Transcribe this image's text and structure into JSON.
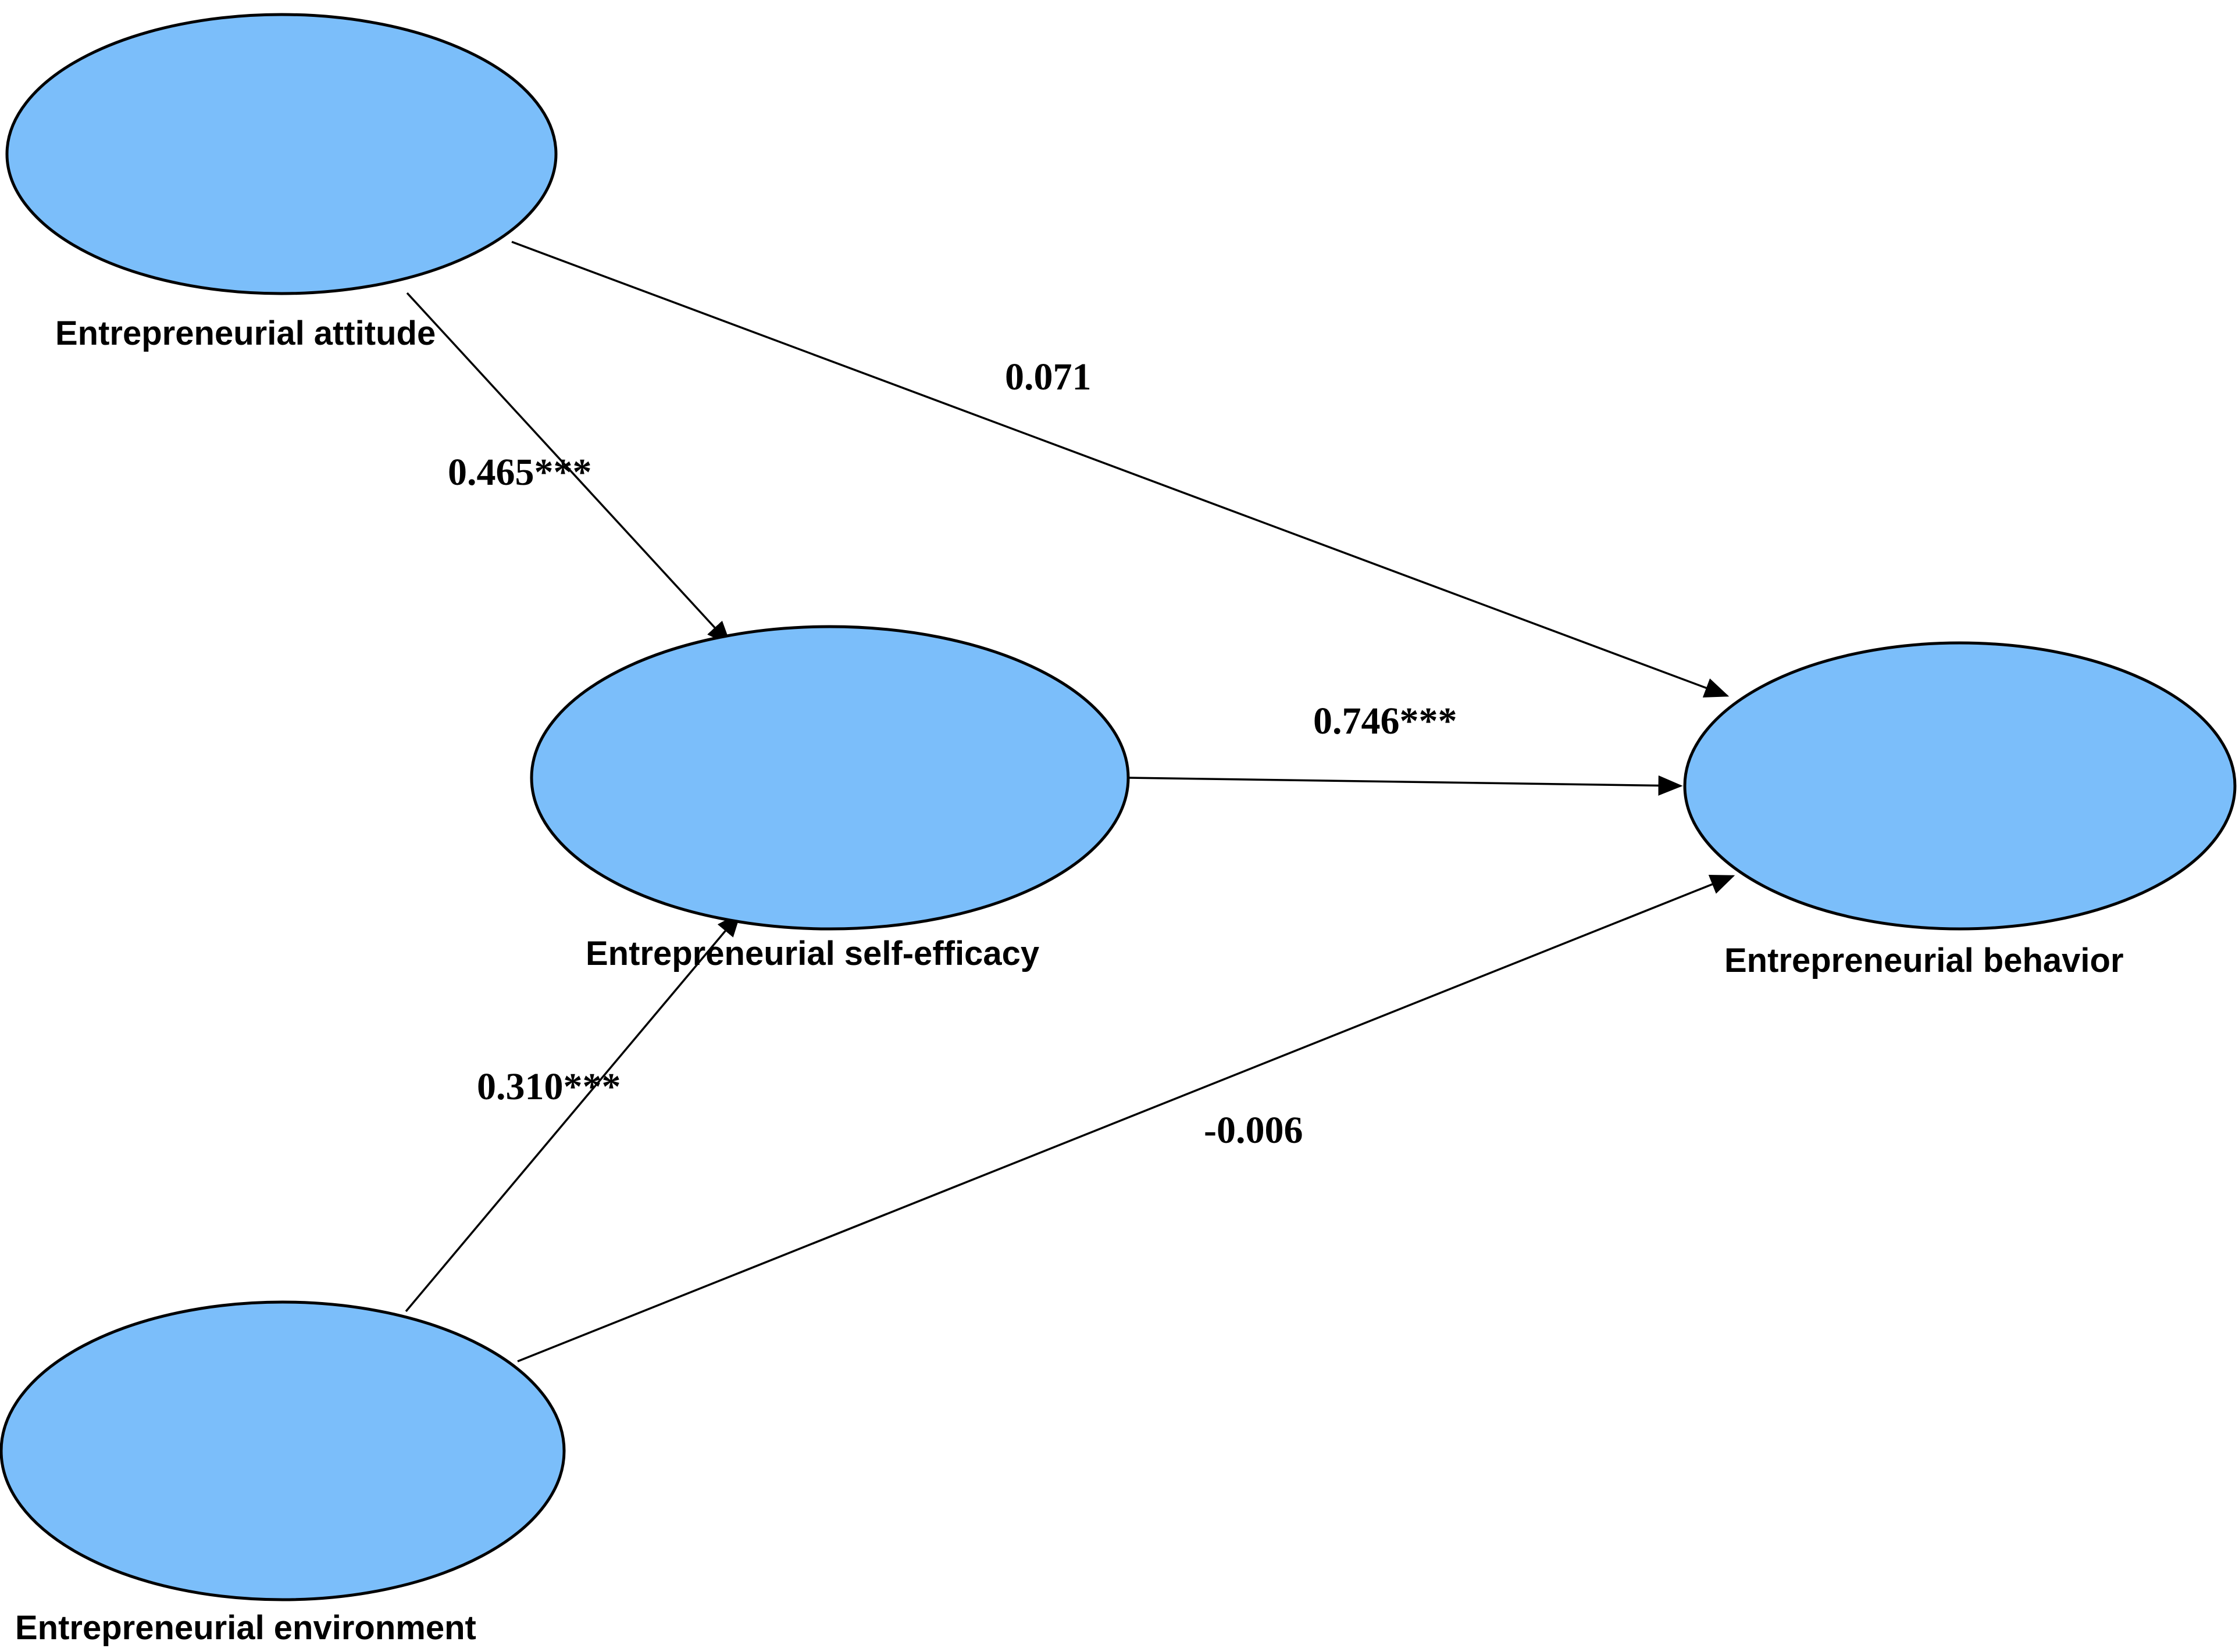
{
  "nodes": {
    "attitude": {
      "label": "Entrepreneurial attitude"
    },
    "self_efficacy": {
      "label": "Entrepreneurial self-efficacy"
    },
    "behavior": {
      "label": "Entrepreneurial behavior"
    },
    "environment": {
      "label": "Entrepreneurial environment"
    }
  },
  "edges": {
    "attitude_to_self_efficacy": {
      "from": "attitude",
      "to": "self_efficacy",
      "coefficient": "0.465***"
    },
    "attitude_to_behavior": {
      "from": "attitude",
      "to": "behavior",
      "coefficient": "0.071"
    },
    "self_efficacy_to_behavior": {
      "from": "self_efficacy",
      "to": "behavior",
      "coefficient": "0.746***"
    },
    "environment_to_self_efficacy": {
      "from": "environment",
      "to": "self_efficacy",
      "coefficient": "0.310***"
    },
    "environment_to_behavior": {
      "from": "environment",
      "to": "behavior",
      "coefficient": "-0.006"
    }
  },
  "colors": {
    "node_fill": "#7bbefa",
    "node_stroke": "#000000",
    "edge": "#000000",
    "text": "#000000"
  }
}
